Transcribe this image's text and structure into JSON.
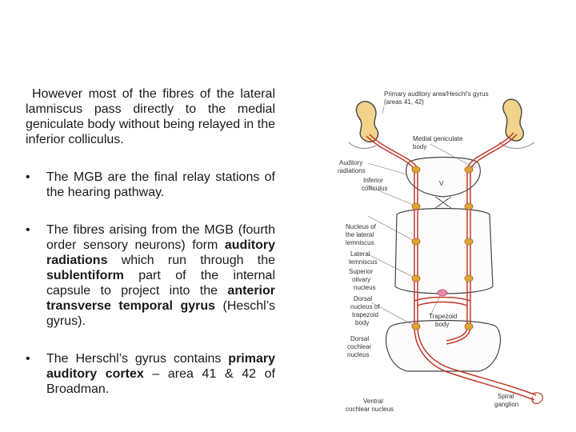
{
  "text": {
    "intro": "However most of the fibres of the lateral lamniscus pass directly to the medial geniculate body without being relayed in the inferior colliculus.",
    "bullet_char": "•",
    "bullets": [
      {
        "parts": [
          {
            "t": "The MGB are the final relay stations of the hearing pathway.",
            "b": false
          }
        ]
      },
      {
        "parts": [
          {
            "t": "The fibres arising from the MGB (fourth order sensory neurons) form ",
            "b": false
          },
          {
            "t": "auditory radiations",
            "b": true
          },
          {
            "t": " which run through the ",
            "b": false
          },
          {
            "t": "sublentiform",
            "b": true
          },
          {
            "t": " part of the internal capsule to project into the ",
            "b": false
          },
          {
            "t": "anterior transverse temporal gyrus",
            "b": true
          },
          {
            "t": " (Heschl’s gyrus).",
            "b": false
          }
        ]
      },
      {
        "parts": [
          {
            "t": "The Herschl’s gyrus contains ",
            "b": false
          },
          {
            "t": "primary auditory cortex",
            "b": true
          },
          {
            "t": " – area 41 & 42 of Broadman.",
            "b": false
          }
        ]
      }
    ]
  },
  "diagram": {
    "labels": {
      "primary_area_1": "Primary auditory area/Heschl’s gyrus",
      "primary_area_2": "(areas 41, 42)",
      "mgb_1": "Medial geniculate",
      "mgb_2": "body",
      "radiations_1": "Auditory",
      "radiations_2": "radiations",
      "inferior_1": "Inferior",
      "inferior_2": "colliculus",
      "midline_mark": "V",
      "nucleus_ll_1": "Nucleus of",
      "nucleus_ll_2": "the lateral",
      "nucleus_ll_3": "lemniscus",
      "lateral_1": "Lateral",
      "lateral_2": "lemniscus",
      "superior_1": "Superior",
      "superior_2": "olivary",
      "superior_3": "nucleus",
      "dorsal_tb_1": "Dorsal",
      "dorsal_tb_2": "nucleus of",
      "dorsal_tb_3": "trapezoid",
      "dorsal_tb_4": "body",
      "trapezoid_1": "Trapezoid",
      "trapezoid_2": "body",
      "dorsal_cn_1": "Dorsal",
      "dorsal_cn_2": "cochlear",
      "dorsal_cn_3": "nucleus",
      "ventral_cn_1": "Ventral",
      "ventral_cn_2": "cochlear nucleus",
      "spiral_1": "Spiral",
      "spiral_2": "ganglion"
    },
    "colors": {
      "pathway": "#c0392b",
      "pathway_light": "#f3c4c4",
      "nucleus": "#e6a23c",
      "cortex": "#f2d38a",
      "outline": "#444444"
    }
  }
}
